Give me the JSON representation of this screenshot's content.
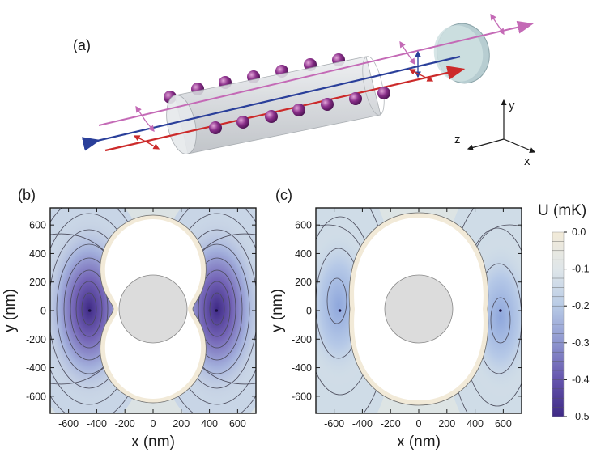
{
  "figure": {
    "panels": [
      {
        "id": "a",
        "label": "(a)"
      },
      {
        "id": "b",
        "label": "(b)"
      },
      {
        "id": "c",
        "label": "(c)"
      }
    ],
    "axes_diagram": {
      "x": "x",
      "y": "y",
      "z": "z"
    },
    "colorbar": {
      "title": "U (mK)",
      "ticks": [
        "0.0",
        "-0.1",
        "-0.2",
        "-0.3",
        "-0.4",
        "-0.5"
      ],
      "range": [
        -0.5,
        0.0
      ],
      "colors": {
        "top": "#f2ead8",
        "mid": "#a9c2e3",
        "bottom": "#3f2a86"
      }
    },
    "colors": {
      "beam_pink": "#c46ab6",
      "beam_blue": "#2a3f9a",
      "beam_red": "#cc2a2a",
      "atom_purple": "#8a2f8a",
      "fiber_gray": "#d6d9dd"
    }
  },
  "chart_data": [
    {
      "type": "contour",
      "panel": "(b)",
      "xlabel": "x (nm)",
      "ylabel": "y (nm)",
      "xlim": [
        -730,
        730
      ],
      "ylim": [
        -720,
        720
      ],
      "xticks": [
        "-600",
        "-400",
        "-200",
        "0",
        "200",
        "400",
        "600"
      ],
      "yticks": [
        "600",
        "400",
        "200",
        "0",
        "-200",
        "-400",
        "-600"
      ],
      "fiber_radius": 215,
      "potential_minima_x": [
        -450,
        450
      ],
      "min_depth_mK": -0.5
    },
    {
      "type": "contour",
      "panel": "(c)",
      "xlabel": "x (nm)",
      "ylabel": "y (nm)",
      "xlim": [
        -730,
        730
      ],
      "ylim": [
        -720,
        720
      ],
      "xticks": [
        "-600",
        "-400",
        "-200",
        "0",
        "200",
        "400",
        "600"
      ],
      "yticks": [
        "600",
        "400",
        "200",
        "0",
        "-200",
        "-400",
        "-600"
      ],
      "fiber_radius": 215,
      "potential_minima_x": [
        -560,
        580
      ],
      "min_depth_mK": -0.25
    }
  ]
}
